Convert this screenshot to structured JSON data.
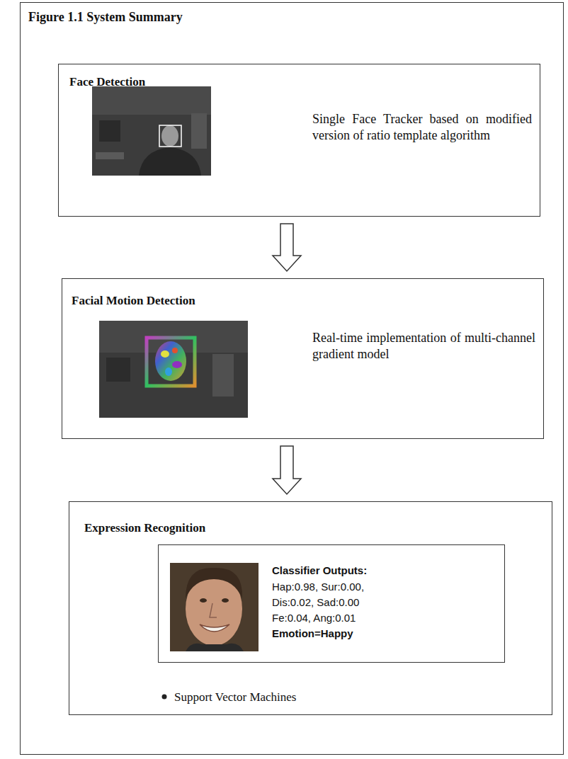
{
  "diagram": {
    "title": "Figure 1.1 System Summary",
    "nodes": [
      {
        "text": [
          "Face Detection",
          "Single Face Tracker based on modified version of ratio template algorithm"
        ]
      },
      {
        "text": [
          "Facial Motion Detection",
          "Real-time implementation of multi-channel gradient model"
        ]
      },
      {
        "text": [
          "Expression Recognition",
          "Support Vector Machines"
        ]
      },
      {
        "text": [
          "Classifier Outputs:",
          "Hap:0.98, Sur:0.00,",
          "Dis:0.02, Sad:0.00",
          "Fe:0.04, Ang:0.01",
          "Emotion=Happy"
        ],
        "in": 2
      }
    ],
    "edges": [
      {
        "from": 0,
        "to": 1,
        "arrow": "to"
      },
      {
        "from": 1,
        "to": 2,
        "arrow": "to"
      }
    ]
  }
}
